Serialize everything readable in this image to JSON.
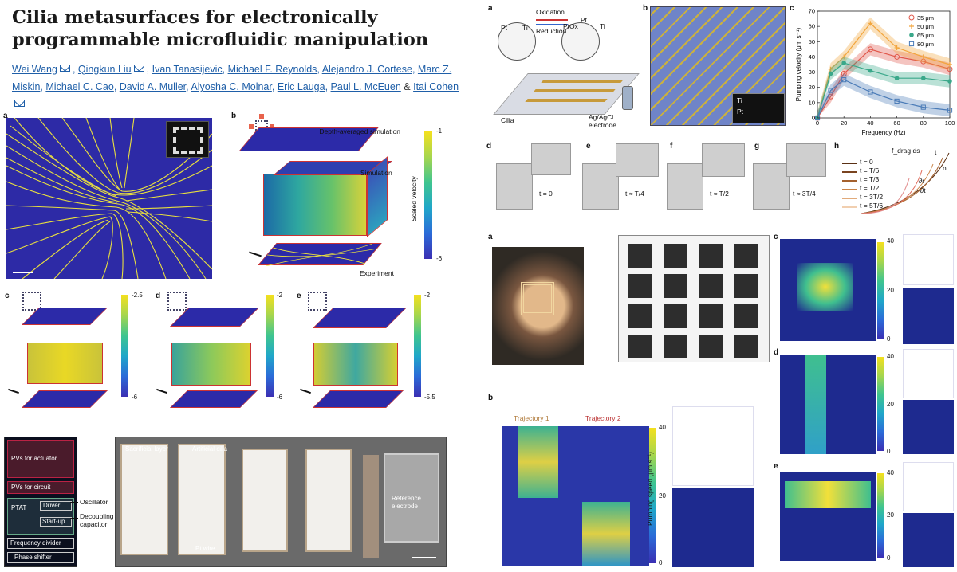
{
  "paper": {
    "title": "Cilia metasurfaces for electronically programmable microfluidic manipulation",
    "authors": [
      "Wei Wang",
      "Qingkun Liu",
      "Ivan Tanasijevic",
      "Michael F. Reynolds",
      "Alejandro J. Cortese",
      "Marc Z. Miskin",
      "Michael C. Cao",
      "David A. Muller",
      "Alyosha C. Molnar",
      "Eric Lauga",
      "Paul L. McEuen",
      "Itai Cohen"
    ],
    "authors_with_mail": [
      "Wei Wang",
      "Qingkun Liu",
      "Itai Cohen"
    ],
    "ampersand": "&"
  },
  "fig_sim": {
    "labels": [
      "a",
      "b",
      "c",
      "d",
      "e"
    ],
    "b_layers": [
      "Depth-averaged simulation",
      "Simulation",
      "Experiment"
    ],
    "b_colorbar_title": "Scaled velocity",
    "b_colorbar_ticks": [
      "-1",
      "-6"
    ],
    "c_ticks": [
      "-2.5",
      "-6"
    ],
    "d_ticks": [
      "-2",
      "-6"
    ],
    "e_ticks": [
      "-2",
      "-5.5"
    ]
  },
  "fig_chip": {
    "blocks": [
      "PVs for actuator",
      "PVs for circuit",
      "PTAT",
      "Driver",
      "Start-up",
      "Frequency divider",
      "Phase shifter"
    ],
    "callouts": [
      "Oscillator",
      "Decoupling capacitor"
    ],
    "micro_labels": [
      "Sacrificial layer",
      "Artificial cilia",
      "Reference electrode",
      "Pt wire"
    ]
  },
  "fig_pump": {
    "labels": [
      "a",
      "b",
      "c",
      "d",
      "e",
      "f",
      "g",
      "h"
    ],
    "a_labels": [
      "Oxidation",
      "Reduction",
      "Pt",
      "Ti",
      "PtOx",
      "Pt",
      "Ti",
      "Cilia",
      "Ag/AgCl",
      "electrode"
    ],
    "b_inset_labels": [
      "Ti",
      "Pt"
    ],
    "time_labels": [
      "t = 0",
      "t ≈ T/4",
      "t ≈ T/2",
      "t ≈ 3T/4"
    ],
    "h_legend": [
      "t = 0",
      "t = T/6",
      "t = T/3",
      "t = T/2",
      "t = 3T/2",
      "t = 5T/6"
    ],
    "h_symbols": [
      "f_drag ds",
      "t",
      "n",
      "∂r",
      "∂t"
    ]
  },
  "chart_data": {
    "type": "line",
    "title": "",
    "xlabel": "Frequency (Hz)",
    "ylabel": "Pumping velocity (μm s⁻¹)",
    "xlim": [
      0,
      100
    ],
    "ylim": [
      0,
      70
    ],
    "xticks": [
      0,
      20,
      40,
      60,
      80,
      100
    ],
    "yticks": [
      0,
      10,
      20,
      30,
      40,
      50,
      60,
      70
    ],
    "legend_position": "top-right",
    "series": [
      {
        "name": "35 μm",
        "color": "#e0574a",
        "marker": "circle-open",
        "x": [
          0,
          10,
          20,
          40,
          60,
          80,
          100
        ],
        "y": [
          0,
          14,
          29,
          45,
          40,
          37,
          32
        ]
      },
      {
        "name": "50 μm",
        "color": "#f2a53c",
        "marker": "plus",
        "x": [
          0,
          10,
          20,
          40,
          60,
          80,
          100
        ],
        "y": [
          0,
          32,
          40,
          62,
          46,
          40,
          35
        ]
      },
      {
        "name": "65 μm",
        "color": "#3aa88a",
        "marker": "circle-filled",
        "x": [
          0,
          10,
          20,
          40,
          60,
          80,
          100
        ],
        "y": [
          0,
          29,
          36,
          31,
          26,
          26,
          24
        ]
      },
      {
        "name": "80 μm",
        "color": "#4a7bb7",
        "marker": "square-open",
        "x": [
          0,
          10,
          20,
          40,
          60,
          80,
          100
        ],
        "y": [
          0,
          18,
          25,
          17,
          11,
          7,
          5
        ]
      }
    ]
  },
  "fig_grid": {
    "labels": [
      "a",
      "b",
      "c",
      "d",
      "e"
    ],
    "trajectories": [
      "Trajectory 1",
      "Trajectory 2"
    ],
    "b_colorbar_title": "Pumping speed (μm s⁻¹)",
    "b_ticks": [
      "40",
      "20",
      "0"
    ],
    "c_ticks": [
      "40",
      "20",
      "0"
    ],
    "d_ticks": [
      "40",
      "20",
      "0"
    ],
    "e_ticks": [
      "40",
      "20",
      "0"
    ]
  }
}
